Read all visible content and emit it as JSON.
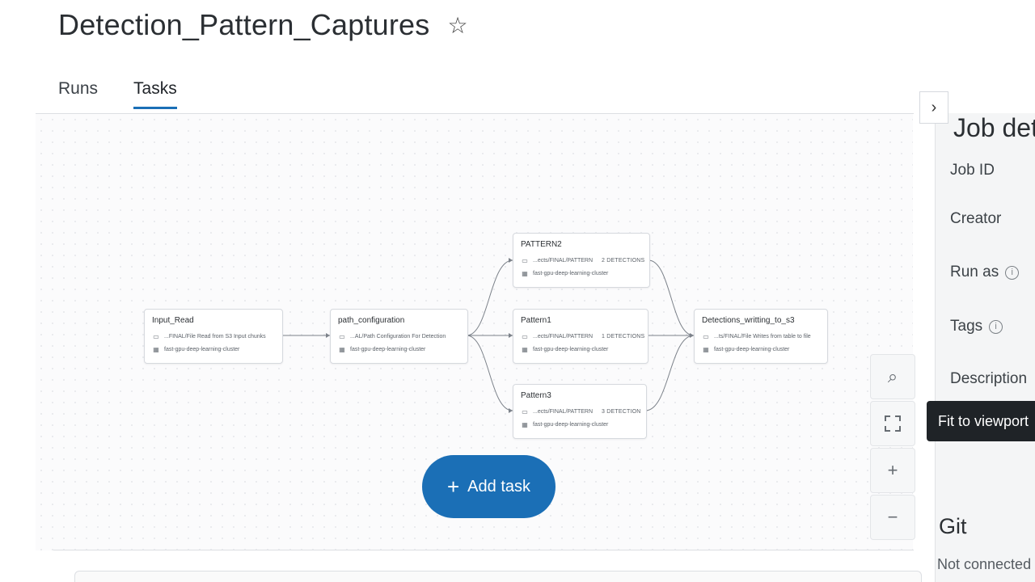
{
  "header": {
    "job_title": "Detection_Pattern_Captures",
    "star_icon": "☆"
  },
  "tabs": [
    {
      "label": "Runs",
      "active": false
    },
    {
      "label": "Tasks",
      "active": true
    }
  ],
  "nodes": {
    "input_read": {
      "name": "Input_Read",
      "path": "...FINAL/File Read from S3 Input chunks",
      "cluster": "fast-gpu-deep-learning-cluster"
    },
    "path_configuration": {
      "name": "path_configuration",
      "path": "...AL/Path Configuration For Detection",
      "cluster": "fast-gpu-deep-learning-cluster"
    },
    "pattern2": {
      "name": "PATTERN2",
      "path": "...ects/FINAL/PATTERN",
      "badge": "2 DETECTIONS",
      "cluster": "fast-gpu-deep-learning-cluster"
    },
    "pattern1": {
      "name": "Pattern1",
      "path": "...ects/FINAL/PATTERN",
      "badge": "1 DETECTIONS",
      "cluster": "fast-gpu-deep-learning-cluster"
    },
    "pattern3": {
      "name": "Pattern3",
      "path": "...ects/FINAL/PATTERN",
      "badge": "3 DETECTION",
      "cluster": "fast-gpu-deep-learning-cluster"
    },
    "detections_writing": {
      "name": "Detections_writting_to_s3",
      "path": "...ts/FINAL/File Writes from table to file",
      "cluster": "fast-gpu-deep-learning-cluster"
    }
  },
  "add_task": {
    "label": "Add task",
    "icon": "+"
  },
  "controls": {
    "search_icon": "⌕",
    "zoom_in_icon": "+",
    "zoom_out_icon": "−",
    "fit_tooltip": "Fit to viewport"
  },
  "panel": {
    "title": "Job details",
    "job_id_label": "Job ID",
    "creator_label": "Creator",
    "run_as_label": "Run as",
    "tags_label": "Tags",
    "description_label": "Description",
    "git_title": "Git",
    "git_status": "Not connected"
  },
  "colors": {
    "accent": "#1b6fb6",
    "tooltip_bg": "#1f2327"
  }
}
